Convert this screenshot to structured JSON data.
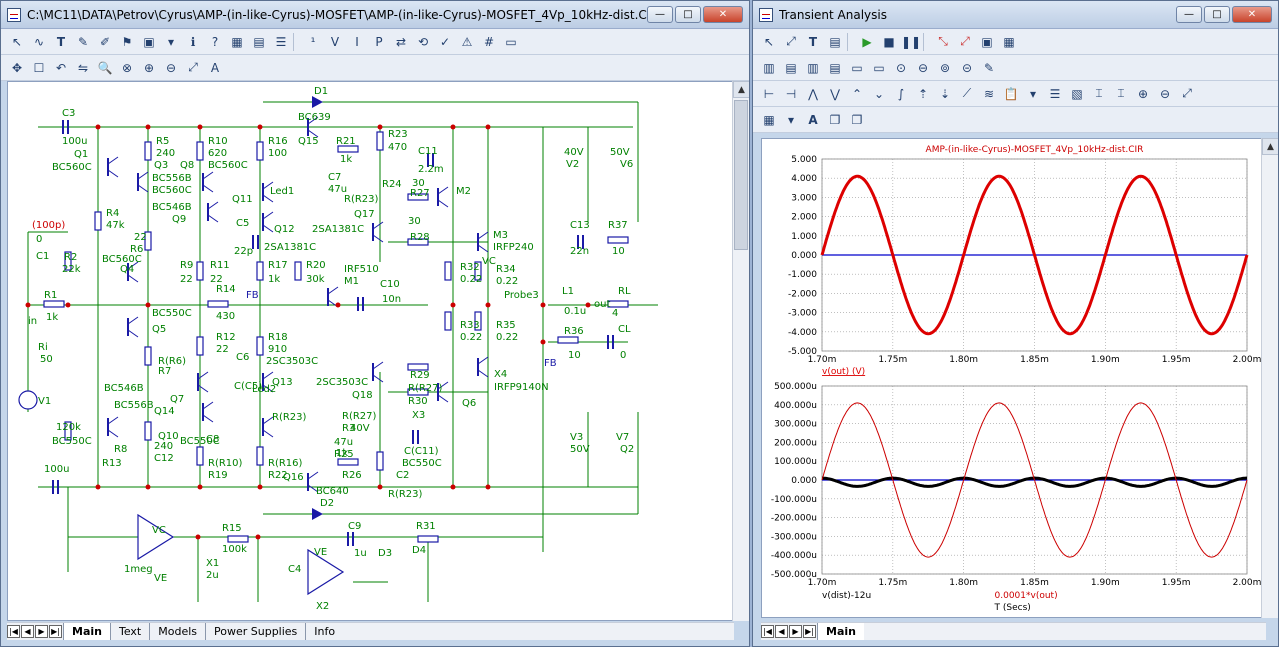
{
  "schematic_window": {
    "title": "C:\\MC11\\DATA\\Petrov\\Cyrus\\AMP-(in-like-Cyrus)-MOSFET\\AMP-(in-like-Cyrus)-MOSFET_4Vp_10kHz-dist.CIR",
    "tabs": [
      "Main",
      "Text",
      "Models",
      "Power Supplies",
      "Info"
    ],
    "active_tab": "Main",
    "labels": [
      {
        "t": "C3"
      },
      {
        "t": "100u"
      },
      {
        "t": "Q1"
      },
      {
        "t": "BC560C"
      },
      {
        "t": "R5"
      },
      {
        "t": "240"
      },
      {
        "t": "Q3"
      },
      {
        "t": "BC556B"
      },
      {
        "t": "BC560C"
      },
      {
        "t": "R10"
      },
      {
        "t": "620"
      },
      {
        "t": "Q8"
      },
      {
        "t": "BC560C"
      },
      {
        "t": "R16"
      },
      {
        "t": "100"
      },
      {
        "t": "D1"
      },
      {
        "t": "BC639"
      },
      {
        "t": "Q15"
      },
      {
        "t": "R21"
      },
      {
        "t": "1k"
      },
      {
        "t": "R23"
      },
      {
        "t": "470"
      },
      {
        "t": "C11"
      },
      {
        "t": "2.2m"
      },
      {
        "t": "40V"
      },
      {
        "t": "V2"
      },
      {
        "t": "50V"
      },
      {
        "t": "V6"
      },
      {
        "t": "R4"
      },
      {
        "t": "47k"
      },
      {
        "t": "BC546B"
      },
      {
        "t": "Q9"
      },
      {
        "t": "Q11"
      },
      {
        "t": "Led1"
      },
      {
        "t": "C7"
      },
      {
        "t": "47u"
      },
      {
        "t": "R24"
      },
      {
        "t": "R(R23)"
      },
      {
        "t": "30"
      },
      {
        "t": "R27"
      },
      {
        "t": "M2"
      },
      {
        "t": "Q17"
      },
      {
        "t": "(100p)"
      },
      {
        "t": "0"
      },
      {
        "t": "C5"
      },
      {
        "t": "22p"
      },
      {
        "t": "Q12"
      },
      {
        "t": "2SA1381C"
      },
      {
        "t": "2SA1381C"
      },
      {
        "t": "30"
      },
      {
        "t": "R28"
      },
      {
        "t": "M3"
      },
      {
        "t": "IRFP240"
      },
      {
        "t": "C13"
      },
      {
        "t": "22n"
      },
      {
        "t": "R37"
      },
      {
        "t": "10"
      },
      {
        "t": "C1"
      },
      {
        "t": "R2"
      },
      {
        "t": "22k"
      },
      {
        "t": "22"
      },
      {
        "t": "R6"
      },
      {
        "t": "BC560C"
      },
      {
        "t": "Q4"
      },
      {
        "t": "R9"
      },
      {
        "t": "22"
      },
      {
        "t": "R11"
      },
      {
        "t": "22"
      },
      {
        "t": "R17"
      },
      {
        "t": "1k"
      },
      {
        "t": "R20"
      },
      {
        "t": "30k"
      },
      {
        "t": "IRF510"
      },
      {
        "t": "M1"
      },
      {
        "t": "R32"
      },
      {
        "t": "0.22"
      },
      {
        "t": "R34"
      },
      {
        "t": "0.22"
      },
      {
        "t": "L1"
      },
      {
        "t": "0.1u"
      },
      {
        "t": "RL"
      },
      {
        "t": "4"
      },
      {
        "t": "R1"
      },
      {
        "t": "1k"
      },
      {
        "t": "BC550C"
      },
      {
        "t": "R14"
      },
      {
        "t": "430"
      },
      {
        "t": "FB"
      },
      {
        "t": "C10"
      },
      {
        "t": "10n"
      },
      {
        "t": "Probe3"
      },
      {
        "t": "out"
      },
      {
        "t": "in"
      },
      {
        "t": "Q5"
      },
      {
        "t": "R33"
      },
      {
        "t": "0.22"
      },
      {
        "t": "R35"
      },
      {
        "t": "0.22"
      },
      {
        "t": "R36"
      },
      {
        "t": "10"
      },
      {
        "t": "CL"
      },
      {
        "t": "0"
      },
      {
        "t": "R12"
      },
      {
        "t": "22"
      },
      {
        "t": "R18"
      },
      {
        "t": "910"
      },
      {
        "t": "Ri"
      },
      {
        "t": "50"
      },
      {
        "t": "R(R6)"
      },
      {
        "t": "R7"
      },
      {
        "t": "C6"
      },
      {
        "t": "2SC3503C"
      },
      {
        "t": "FB"
      },
      {
        "t": "C(C5)"
      },
      {
        "t": "Q13"
      },
      {
        "t": "2SC3503C"
      },
      {
        "t": "R29"
      },
      {
        "t": "X4"
      },
      {
        "t": "IRFP9140N"
      },
      {
        "t": "V1"
      },
      {
        "t": "BC546B"
      },
      {
        "t": "Q7"
      },
      {
        "t": "Q18"
      },
      {
        "t": "R(R27)"
      },
      {
        "t": "R30"
      },
      {
        "t": "X3"
      },
      {
        "t": "Q6"
      },
      {
        "t": "BC556B"
      },
      {
        "t": "Q14"
      },
      {
        "t": "Led2"
      },
      {
        "t": "R(R23)"
      },
      {
        "t": "R(R27)"
      },
      {
        "t": "R3"
      },
      {
        "t": "120k"
      },
      {
        "t": "BC550C"
      },
      {
        "t": "Q10"
      },
      {
        "t": "BC550C"
      },
      {
        "t": "C8"
      },
      {
        "t": "47u"
      },
      {
        "t": "R25"
      },
      {
        "t": "40V"
      },
      {
        "t": "V3"
      },
      {
        "t": "50V"
      },
      {
        "t": "V7"
      },
      {
        "t": "Q2"
      },
      {
        "t": "R8"
      },
      {
        "t": "240"
      },
      {
        "t": "C12"
      },
      {
        "t": "C(C11)"
      },
      {
        "t": "BC550C"
      },
      {
        "t": "R13"
      },
      {
        "t": "R(R10)"
      },
      {
        "t": "R19"
      },
      {
        "t": "R(R16)"
      },
      {
        "t": "R22"
      },
      {
        "t": "1k"
      },
      {
        "t": "R26"
      },
      {
        "t": "C2"
      },
      {
        "t": "Q16"
      },
      {
        "t": "BC640"
      },
      {
        "t": "R(R23)"
      },
      {
        "t": "D2"
      },
      {
        "t": "100u"
      },
      {
        "t": "VC"
      },
      {
        "t": "R15"
      },
      {
        "t": "C9"
      },
      {
        "t": "R31"
      },
      {
        "t": "100k"
      },
      {
        "t": "VE"
      },
      {
        "t": "1u"
      },
      {
        "t": "D3"
      },
      {
        "t": "D4"
      },
      {
        "t": "1meg"
      },
      {
        "t": "X1"
      },
      {
        "t": "2u"
      },
      {
        "t": "C4"
      },
      {
        "t": "X2"
      },
      {
        "t": "VE"
      },
      {
        "t": "VC"
      }
    ]
  },
  "analysis_window": {
    "title": "Transient Analysis",
    "active_tab": "Main",
    "chart_data": [
      {
        "type": "line",
        "title": "AMP-(in-like-Cyrus)-MOSFET_4Vp_10kHz-dist.CIR",
        "x_ticks": [
          "1.70m",
          "1.75m",
          "1.80m",
          "1.85m",
          "1.90m",
          "1.95m",
          "2.00m"
        ],
        "y_ticks": [
          "5.000",
          "4.000",
          "3.000",
          "2.000",
          "1.000",
          "0.000",
          "-1.000",
          "-2.000",
          "-3.000",
          "-4.000",
          "-5.000"
        ],
        "ylim": [
          -5,
          5
        ],
        "xlim_ms": [
          1.7,
          2.0
        ],
        "series": [
          {
            "name": "v(out) (V)",
            "color": "#dd0000",
            "amplitude": 4.1,
            "period_ms": 0.1,
            "phase_peak_ms": 1.725
          }
        ],
        "zero_line_color": "#0000cc"
      },
      {
        "type": "line",
        "x_ticks": [
          "1.70m",
          "1.75m",
          "1.80m",
          "1.85m",
          "1.90m",
          "1.95m",
          "2.00m"
        ],
        "y_ticks": [
          "500.000u",
          "400.000u",
          "300.000u",
          "200.000u",
          "100.000u",
          "0.000",
          "-100.000u",
          "-200.000u",
          "-300.000u",
          "-400.000u",
          "-500.000u"
        ],
        "ylim": [
          -500,
          500
        ],
        "xlim_ms": [
          1.7,
          2.0
        ],
        "xlabel": "T (Secs)",
        "series": [
          {
            "name": "v(dist)-12u",
            "color": "#000000",
            "amplitude": 22,
            "period_ms": 0.05
          },
          {
            "name": "0.0001*v(out)",
            "color": "#cc0000",
            "amplitude": 410,
            "period_ms": 0.1
          }
        ],
        "zero_line_color": "#0000cc"
      }
    ]
  }
}
